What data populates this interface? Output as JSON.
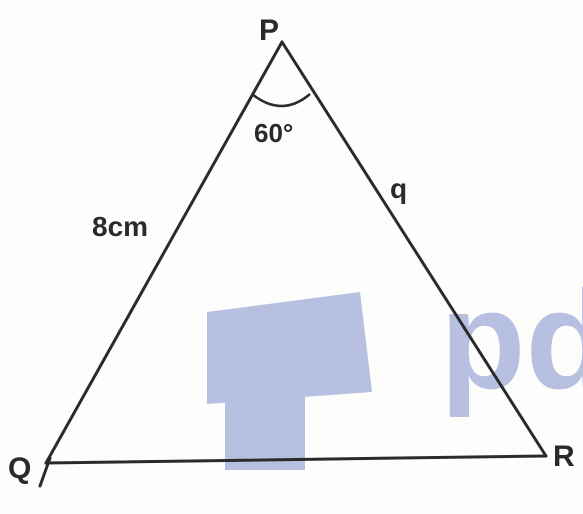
{
  "diagram": {
    "vertices": {
      "P": "P",
      "Q": "Q",
      "R": "R"
    },
    "side_labels": {
      "PQ": "8cm",
      "PR": "q"
    },
    "angle_label": "60°",
    "watermark_text": "pd",
    "colors": {
      "stroke": "#2b2b2b",
      "watermark": "#b8c0e2",
      "background": "#fdfdfb"
    }
  }
}
